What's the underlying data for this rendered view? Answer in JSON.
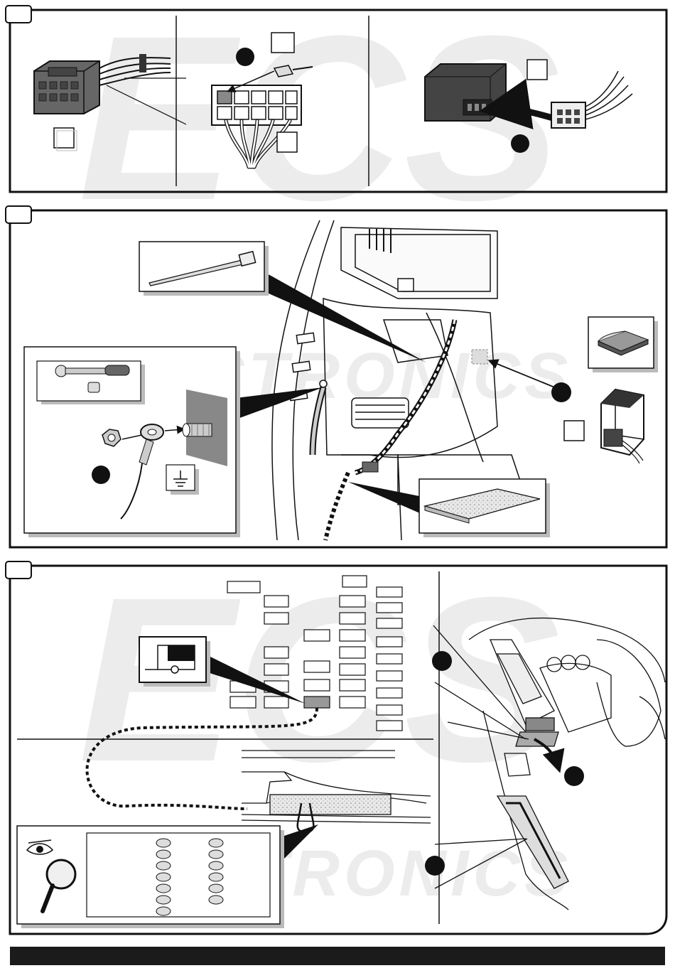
{
  "watermark": {
    "brand": "ECS",
    "word": "ELECTRONICS",
    "color": "#e6e6e6"
  },
  "colors": {
    "ink": "#111111",
    "panel_border": "#1a1a1a",
    "wire_gray": "#9a9a9a",
    "module_dark": "#3a3a3a",
    "tag_shadow": "#bdbdbd",
    "footer": "#1b1b1b"
  },
  "panels": [
    {
      "step": "",
      "content": [
        "connector-9pin",
        "connector-pin-insert",
        "module-plug-in"
      ]
    },
    {
      "step": "",
      "content": [
        "cable-tie",
        "ground-point",
        "module-mount",
        "vehicle-body"
      ]
    },
    {
      "step": "",
      "content": [
        "fuse-box",
        "fuse-detail",
        "dashboard",
        "threshold-trim",
        "inspection"
      ]
    }
  ],
  "icons": [
    "cable-tie-icon",
    "ratchet-icon",
    "nut-icon",
    "ring-terminal-icon",
    "ground-symbol-icon",
    "double-sided-tape-icon",
    "foam-pad-icon",
    "eye-icon",
    "magnifier-icon",
    "arrow-icon"
  ],
  "fuse_grid": {
    "highlighted_slot": "lower-middle-column",
    "ovals_left": 7,
    "ovals_right": 6
  }
}
